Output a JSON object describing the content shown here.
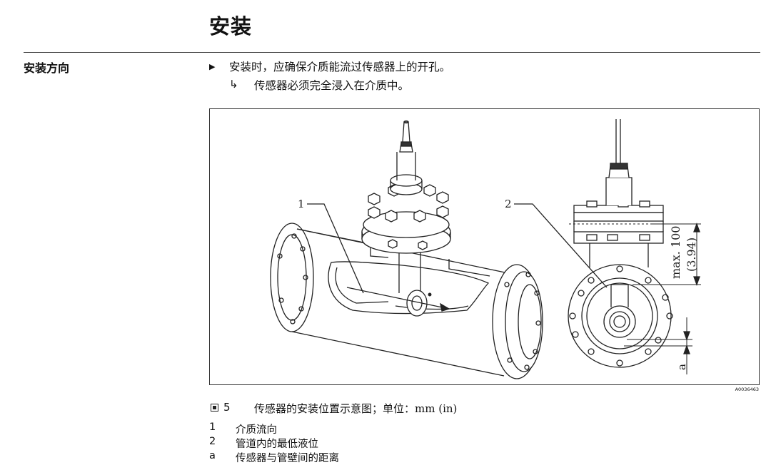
{
  "page": {
    "title": "安装",
    "section_heading": "安装方向",
    "step_text": "安装时，应确保介质能流过传感器上的开孔。",
    "result_text": "传感器必须完全浸入在介质中。"
  },
  "figure": {
    "callout_1": "1",
    "callout_2": "2",
    "dim_max_label": "max. 100",
    "dim_inch_label": "(3.94)",
    "dim_a_label": "a",
    "figure_id": "A0036463"
  },
  "caption": {
    "number": "5",
    "text": "传感器的安装位置示意图；单位：mm (in)"
  },
  "legend": [
    {
      "key": "1",
      "text": "介质流向"
    },
    {
      "key": "2",
      "text": "管道内的最低液位"
    },
    {
      "key": "a",
      "text": "传感器与管壁间的距离"
    }
  ]
}
